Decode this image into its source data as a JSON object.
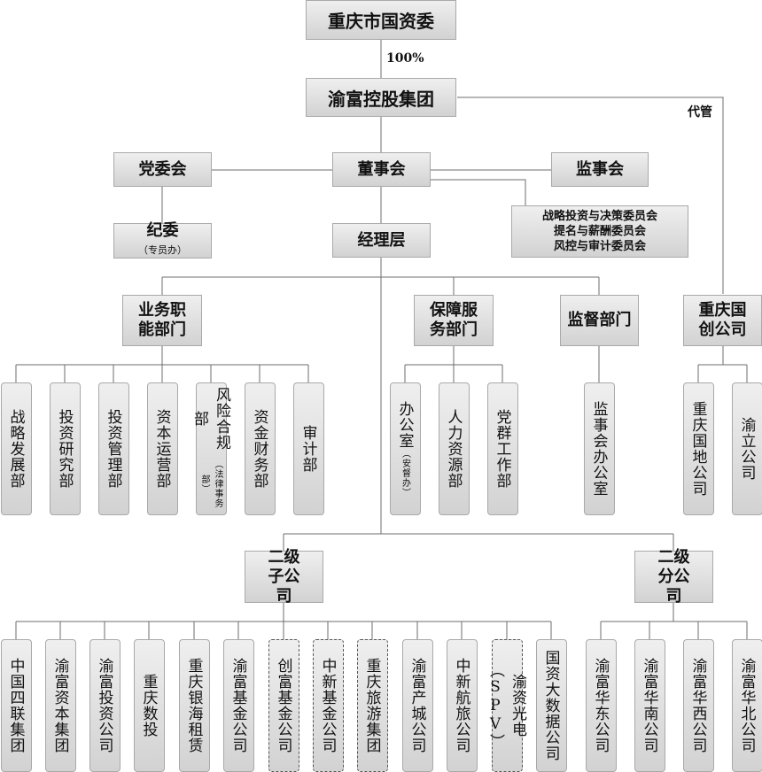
{
  "root": "重庆市国资委",
  "ownership": "100%",
  "group": "渝富控股集团",
  "managed_label": "代管",
  "party_committee": "党委会",
  "board": "董事会",
  "supervisory_board": "监事会",
  "discipline_committee": "纪委",
  "discipline_sub": "（专员办）",
  "committees": [
    "战略投资与决策委员会",
    "提名与薪酬委员会",
    "风控与审计委员会"
  ],
  "management": "经理层",
  "business_dept": "业务职能部门",
  "support_dept": "保障服务部门",
  "supervision_dept": "监督部门",
  "chongqing_guochuang": "重庆国创公司",
  "business_units": [
    {
      "name": "战略发展部",
      "note": ""
    },
    {
      "name": "投资研究部",
      "note": ""
    },
    {
      "name": "投资管理部",
      "note": ""
    },
    {
      "name": "资本运营部",
      "note": ""
    },
    {
      "name": "风险合规部",
      "note": "（法律事务部）"
    },
    {
      "name": "资金财务部",
      "note": ""
    },
    {
      "name": "审计部",
      "note": ""
    }
  ],
  "support_units": [
    {
      "name": "办公室",
      "note": "（安督办）"
    },
    {
      "name": "人力资源部",
      "note": ""
    },
    {
      "name": "党群工作部",
      "note": ""
    }
  ],
  "supervision_units": [
    {
      "name": "监事会办公室",
      "note": ""
    }
  ],
  "guochuang_units": [
    {
      "name": "重庆国地公司",
      "note": ""
    },
    {
      "name": "渝立公司",
      "note": ""
    }
  ],
  "subsidiaries_label": "二级子公司",
  "branches_label": "二级分公司",
  "subsidiaries": [
    {
      "name": "中国四联集团",
      "note": "",
      "dashed": false
    },
    {
      "name": "渝富资本集团",
      "note": "",
      "dashed": false
    },
    {
      "name": "渝富投资公司",
      "note": "",
      "dashed": false
    },
    {
      "name": "重庆数投",
      "note": "",
      "dashed": false
    },
    {
      "name": "重庆银海租赁",
      "note": "",
      "dashed": false
    },
    {
      "name": "渝富基金公司",
      "note": "",
      "dashed": false
    },
    {
      "name": "创富基金公司",
      "note": "",
      "dashed": true
    },
    {
      "name": "中新基金公司",
      "note": "",
      "dashed": true
    },
    {
      "name": "重庆旅游集团",
      "note": "",
      "dashed": true
    },
    {
      "name": "渝富产城公司",
      "note": "",
      "dashed": false
    },
    {
      "name": "中新航旅公司",
      "note": "",
      "dashed": false
    },
    {
      "name": "渝资光电（SPV）",
      "note": "",
      "dashed": true
    },
    {
      "name": "国资大数据公司",
      "note": "",
      "dashed": false
    }
  ],
  "branches": [
    {
      "name": "渝富华东公司",
      "note": ""
    },
    {
      "name": "渝富华南公司",
      "note": ""
    },
    {
      "name": "渝富华西公司",
      "note": ""
    },
    {
      "name": "渝富华北公司",
      "note": ""
    }
  ]
}
